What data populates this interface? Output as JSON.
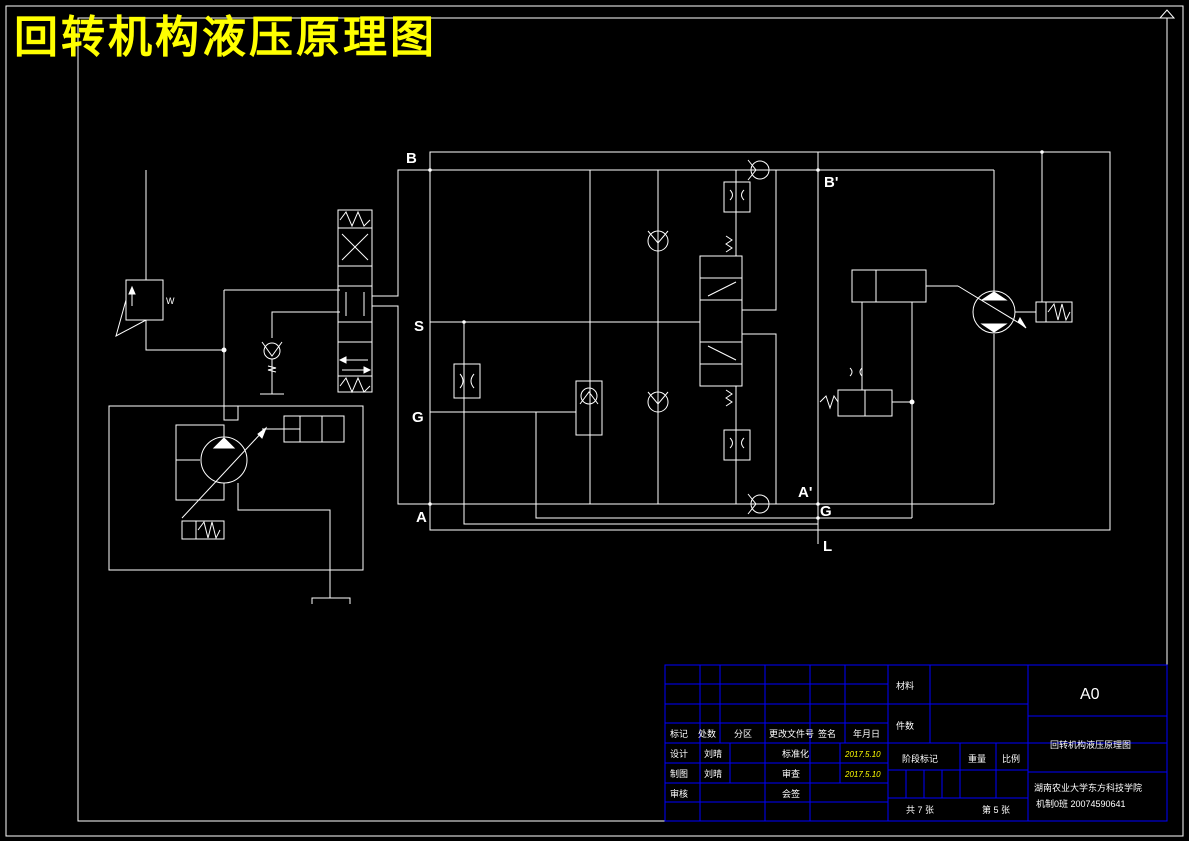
{
  "title": "回转机构液压原理图",
  "port_labels": {
    "B": "B",
    "B_prime": "B'",
    "S": "S",
    "G_left": "G",
    "A": "A",
    "A_prime": "A'",
    "G_right": "G",
    "L": "L"
  },
  "title_block": {
    "material_label": "材料",
    "quantity_label": "件数",
    "paper_size": "A0",
    "drawing_name": "回转机构液压原理图",
    "revision_headers": [
      "标记",
      "处数",
      "分区",
      "更改文件号",
      "签名",
      "年月日"
    ],
    "row_design": "设计",
    "row_draw": "制图",
    "row_review": "审核",
    "standardize_label": "标准化",
    "check_label": "审查",
    "approve_label": "会签",
    "signer_1": "刘晴",
    "signer_2": "刘晴",
    "date_1": "2017.5.10",
    "date_2": "2017.5.10",
    "stage_label": "阶段标记",
    "weight_label": "重量",
    "scale_label": "比例",
    "sheets_total": "共 7 张",
    "sheet_no": "第 5 张",
    "school": "湖南农业大学东方科技学院",
    "class_id": "机制0班 20074590641"
  },
  "colors": {
    "background": "#000000",
    "line": "#ffffff",
    "title": "#ffff00",
    "title_block": "#0000ff"
  }
}
